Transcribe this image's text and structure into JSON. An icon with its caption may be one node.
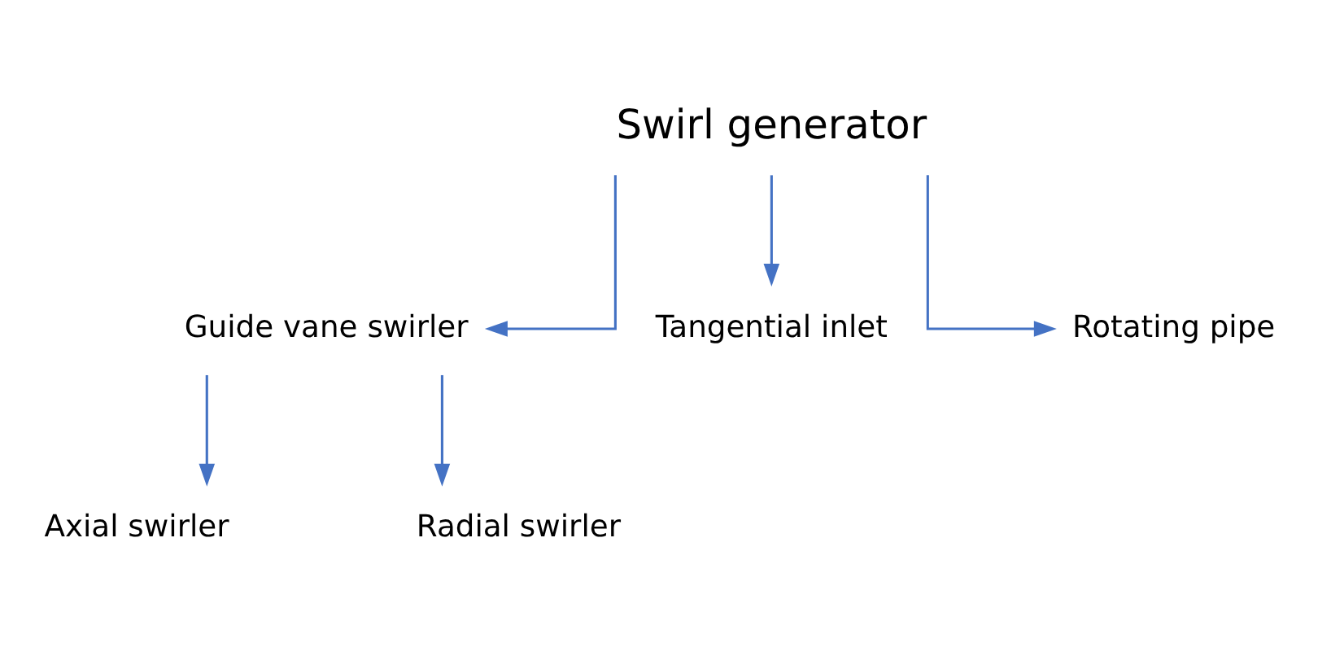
{
  "diagram": {
    "nodes": [
      {
        "text": [
          "Swirl generator"
        ]
      },
      {
        "text": [
          "Guide vane swirler"
        ]
      },
      {
        "text": [
          "Tangential inlet"
        ]
      },
      {
        "text": [
          "Rotating pipe"
        ]
      },
      {
        "text": [
          "Axial swirler"
        ]
      },
      {
        "text": [
          "Radial swirler"
        ]
      }
    ],
    "edges": [
      {
        "from": 0,
        "to": 1,
        "arrow": "to"
      },
      {
        "from": 0,
        "to": 2,
        "arrow": "to"
      },
      {
        "from": 0,
        "to": 3,
        "arrow": "to"
      },
      {
        "from": 1,
        "to": 4,
        "arrow": "to"
      },
      {
        "from": 1,
        "to": 5,
        "arrow": "to"
      }
    ]
  }
}
